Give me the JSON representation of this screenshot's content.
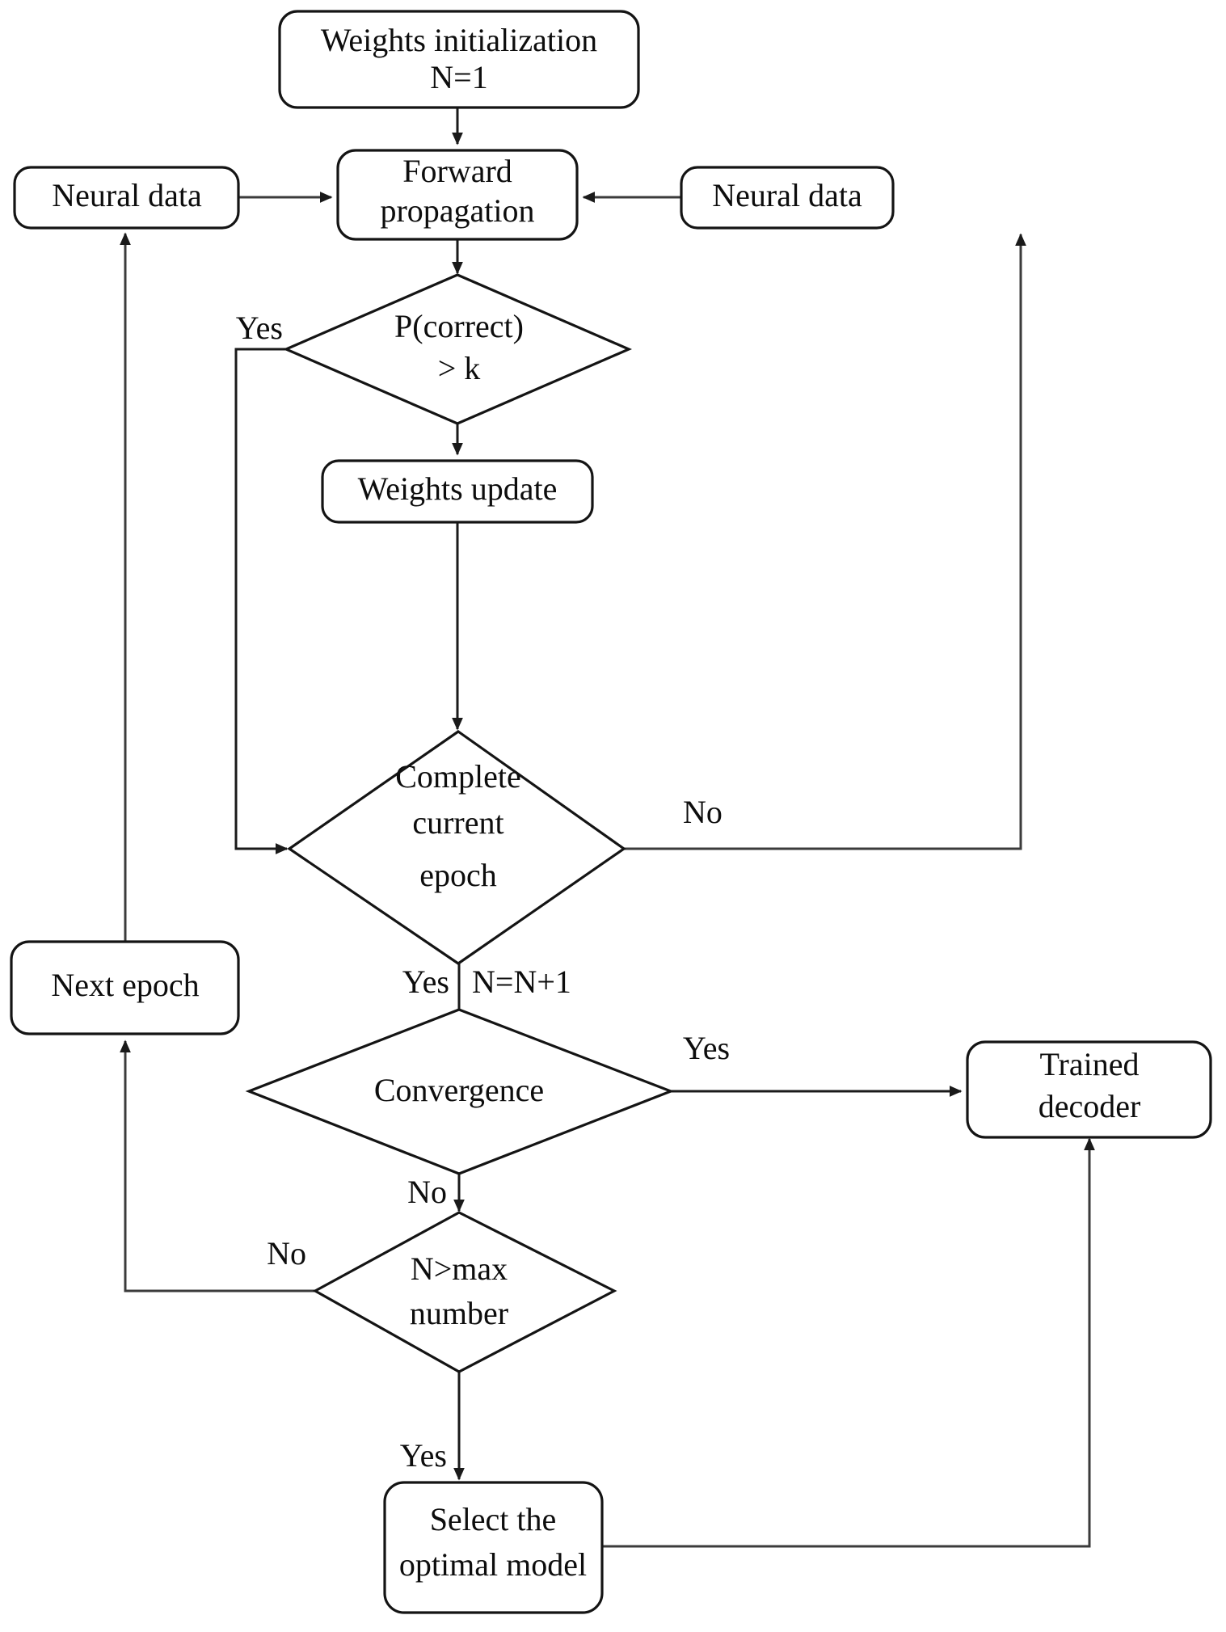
{
  "diagram": {
    "title": "Neural decoder training flowchart",
    "stroke_color": "#141414",
    "connector_color": "#3b3b3b",
    "background_color": "#ffffff",
    "nodes": [
      {
        "id": "weights_init",
        "shape": "rounded-rect",
        "lines": [
          "Weights initialization",
          "N=1"
        ]
      },
      {
        "id": "forward_prop",
        "shape": "rounded-rect",
        "lines": [
          "Forward",
          "propagation"
        ]
      },
      {
        "id": "neural_data_left",
        "shape": "rounded-rect",
        "lines": [
          "Neural data"
        ]
      },
      {
        "id": "neural_data_right",
        "shape": "rounded-rect",
        "lines": [
          "Neural data"
        ]
      },
      {
        "id": "p_correct",
        "shape": "diamond",
        "lines": [
          "P(correct)",
          "> k"
        ]
      },
      {
        "id": "weights_update",
        "shape": "rounded-rect",
        "lines": [
          "Weights update"
        ]
      },
      {
        "id": "complete_epoch",
        "shape": "diamond",
        "lines": [
          "Complete",
          "current",
          "epoch"
        ]
      },
      {
        "id": "next_epoch",
        "shape": "rounded-rect",
        "lines": [
          "Next epoch"
        ]
      },
      {
        "id": "convergence",
        "shape": "diamond",
        "lines": [
          "Convergence"
        ]
      },
      {
        "id": "trained_decoder",
        "shape": "rounded-rect",
        "lines": [
          "Trained",
          "decoder"
        ]
      },
      {
        "id": "n_gt_max",
        "shape": "diamond",
        "lines": [
          "N>max",
          "number"
        ]
      },
      {
        "id": "select_optimal",
        "shape": "rounded-rect",
        "lines": [
          "Select the",
          "optimal model"
        ]
      }
    ],
    "node_text": {
      "weights_init_l1": "Weights initialization",
      "weights_init_l2": "N=1",
      "forward_prop_l1": "Forward",
      "forward_prop_l2": "propagation",
      "neural_data_left": "Neural data",
      "neural_data_right": "Neural data",
      "p_correct_l1": "P(correct)",
      "p_correct_l2": "> k",
      "weights_update": "Weights update",
      "complete_epoch_l1": "Complete",
      "complete_epoch_l2": "current",
      "complete_epoch_l3": "epoch",
      "next_epoch": "Next epoch",
      "convergence": "Convergence",
      "trained_decoder_l1": "Trained",
      "trained_decoder_l2": "decoder",
      "n_gt_max_l1": "N>max",
      "n_gt_max_l2": "number",
      "select_optimal_l1": "Select the",
      "select_optimal_l2": "optimal model"
    },
    "edge_labels": {
      "p_correct_yes": "Yes",
      "complete_epoch_no": "No",
      "complete_epoch_yes": "Yes",
      "increment": "N=N+1",
      "convergence_yes": "Yes",
      "convergence_no": "No",
      "n_gt_max_no": "No",
      "n_gt_max_yes": "Yes"
    },
    "edges": [
      {
        "from": "weights_init",
        "to": "forward_prop",
        "label": ""
      },
      {
        "from": "neural_data_left",
        "to": "forward_prop",
        "label": ""
      },
      {
        "from": "neural_data_right",
        "to": "forward_prop",
        "label": ""
      },
      {
        "from": "forward_prop",
        "to": "p_correct",
        "label": ""
      },
      {
        "from": "p_correct",
        "to": "weights_update",
        "label": ""
      },
      {
        "from": "p_correct",
        "to": "complete_epoch",
        "label": "Yes"
      },
      {
        "from": "weights_update",
        "to": "complete_epoch",
        "label": ""
      },
      {
        "from": "complete_epoch",
        "to": "neural_data_right",
        "label": "No"
      },
      {
        "from": "complete_epoch",
        "to": "convergence",
        "label": "Yes / N=N+1"
      },
      {
        "from": "convergence",
        "to": "trained_decoder",
        "label": "Yes"
      },
      {
        "from": "convergence",
        "to": "n_gt_max",
        "label": "No"
      },
      {
        "from": "n_gt_max",
        "to": "next_epoch",
        "label": "No"
      },
      {
        "from": "n_gt_max",
        "to": "select_optimal",
        "label": "Yes"
      },
      {
        "from": "next_epoch",
        "to": "neural_data_left",
        "label": ""
      },
      {
        "from": "select_optimal",
        "to": "trained_decoder",
        "label": ""
      }
    ]
  }
}
